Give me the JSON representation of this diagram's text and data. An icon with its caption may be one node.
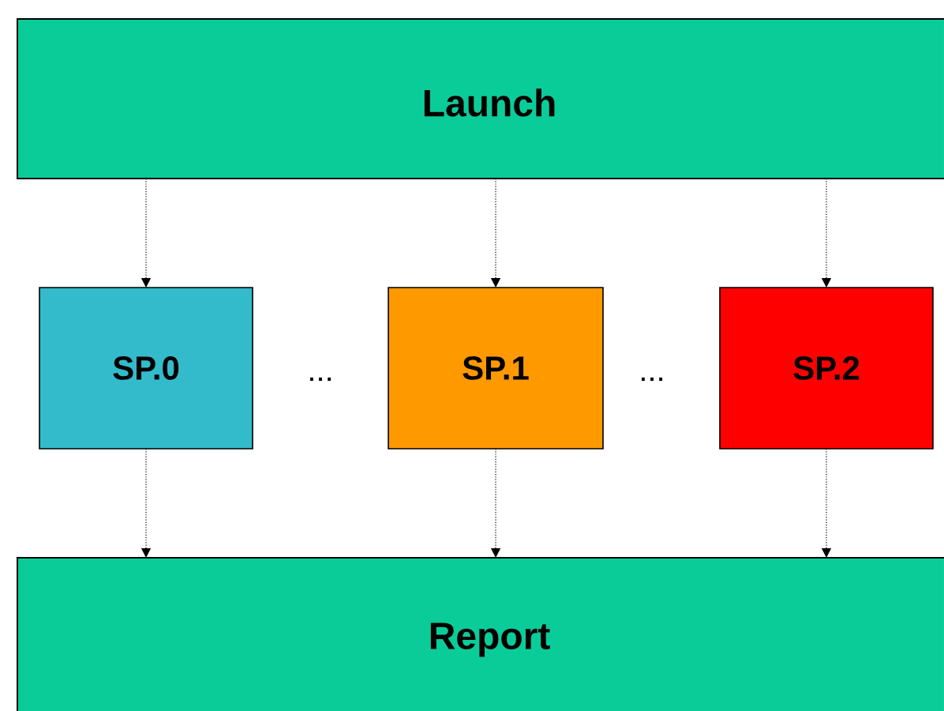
{
  "diagram": {
    "nodes": [
      {
        "text": [
          "Launch"
        ]
      },
      {
        "text": [
          "SP.0"
        ]
      },
      {
        "text": [
          "SP.1"
        ]
      },
      {
        "text": [
          "SP.2"
        ]
      },
      {
        "text": [
          "Report"
        ]
      }
    ],
    "edges": [
      {
        "from": 0,
        "to": 1,
        "arrow": "to",
        "style": "dashed"
      },
      {
        "from": 0,
        "to": 2,
        "arrow": "to",
        "style": "dashed"
      },
      {
        "from": 0,
        "to": 3,
        "arrow": "to",
        "style": "dashed"
      },
      {
        "from": 1,
        "to": 4,
        "arrow": "to",
        "style": "dashed"
      },
      {
        "from": 2,
        "to": 4,
        "arrow": "to",
        "style": "dashed"
      },
      {
        "from": 3,
        "to": 4,
        "arrow": "to",
        "style": "dashed"
      }
    ],
    "labels": [
      "...",
      "..."
    ]
  }
}
